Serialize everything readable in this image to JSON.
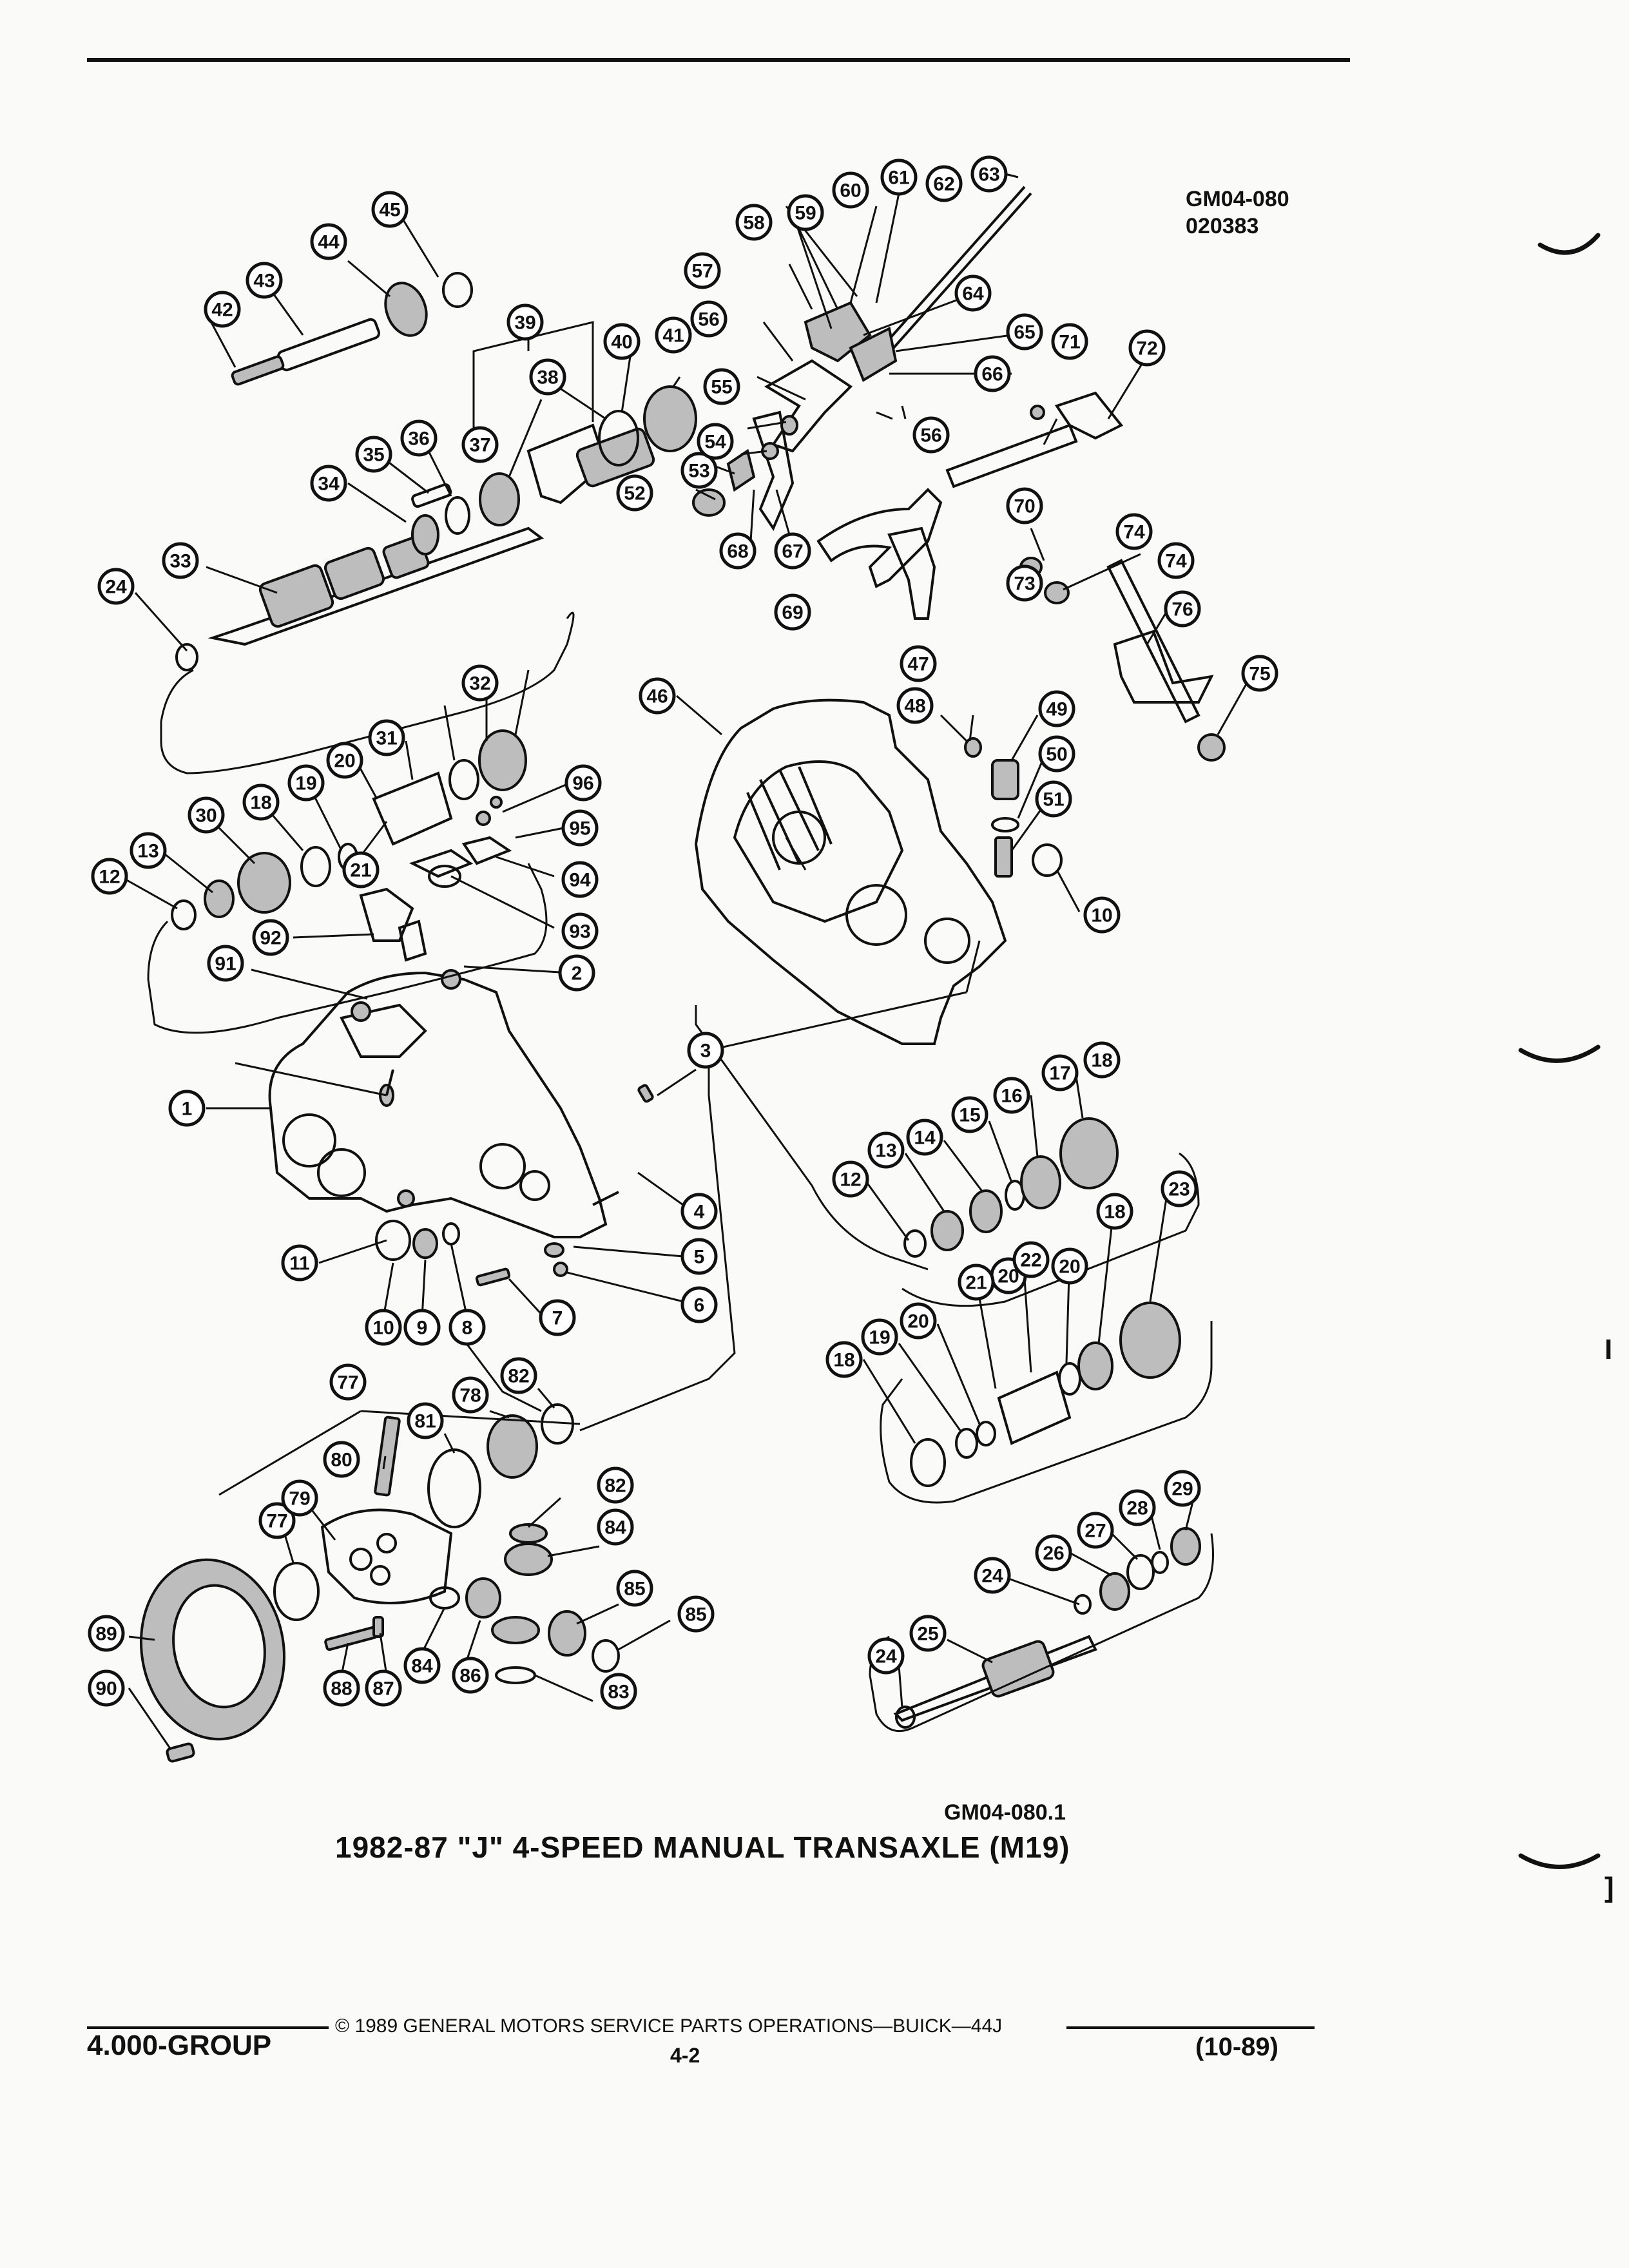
{
  "header": {
    "code_top_line1": "GM04-080",
    "code_top_line2": "020383",
    "code_figure": "GM04-080.1"
  },
  "figure": {
    "title": "1982-87 \"J\" 4-SPEED MANUAL TRANSAXLE (M19)"
  },
  "footer": {
    "group": "4.000-GROUP",
    "copyright": "© 1989 GENERAL MOTORS SERVICE PARTS OPERATIONS—BUICK—44J",
    "page": "4-2",
    "revision": "(10-89)"
  },
  "margin_glyphs": {
    "bracket_1": "I",
    "bracket_2": "]"
  },
  "callouts": [
    "1",
    "2",
    "3",
    "4",
    "5",
    "6",
    "7",
    "8",
    "9",
    "10",
    "10",
    "11",
    "12",
    "12",
    "13",
    "13",
    "14",
    "15",
    "16",
    "17",
    "18",
    "18",
    "18",
    "18",
    "19",
    "19",
    "20",
    "20",
    "20",
    "20",
    "21",
    "21",
    "22",
    "23",
    "24",
    "24",
    "24",
    "25",
    "26",
    "27",
    "28",
    "29",
    "30",
    "31",
    "32",
    "33",
    "34",
    "35",
    "36",
    "37",
    "38",
    "39",
    "40",
    "41",
    "42",
    "43",
    "44",
    "45",
    "46",
    "47",
    "48",
    "49",
    "50",
    "51",
    "52",
    "53",
    "54",
    "55",
    "56",
    "56",
    "57",
    "58",
    "59",
    "60",
    "61",
    "62",
    "63",
    "64",
    "65",
    "66",
    "67",
    "68",
    "69",
    "70",
    "71",
    "72",
    "73",
    "74",
    "74",
    "75",
    "76",
    "77",
    "77",
    "78",
    "79",
    "80",
    "81",
    "82",
    "82",
    "83",
    "84",
    "84",
    "85",
    "85",
    "86",
    "87",
    "88",
    "89",
    "90",
    "91",
    "92",
    "93",
    "94",
    "95",
    "96"
  ]
}
